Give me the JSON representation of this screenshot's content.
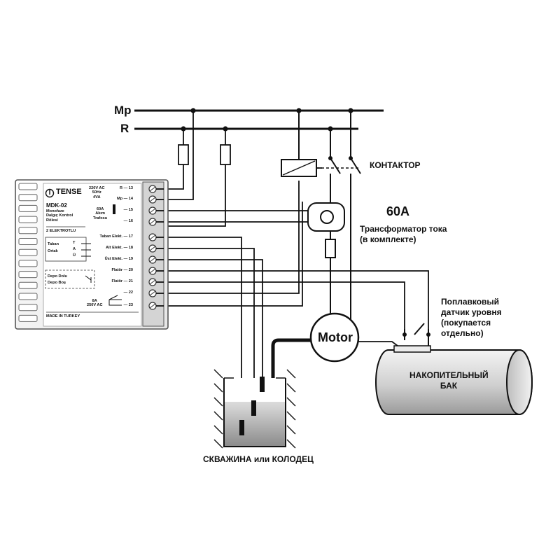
{
  "bus": {
    "mp": "Mp",
    "r": "R"
  },
  "contactor": "КОНТАКТОР",
  "ct": {
    "rating": "60A",
    "name": "Трансформатор тока\n(в комплекте)"
  },
  "float_switch": "Поплавковый\nдатчик уровня\n(покупается\nотдельно)",
  "motor": "Motor",
  "tank": "НАКОПИТЕЛЬНЫЙ\nБАК",
  "well": "СКВАЖИНА или КОЛОДЕЦ",
  "device": {
    "brand": "TENSE",
    "supply": "220V AC\n50Hz\n4VA",
    "model": "MDK-02",
    "description": "Monofaze\nDalgıç Kontrol\nRölesi",
    "current_label": "60A\nAkım\nTrafosu",
    "electrodes": "2 ELEKTROTLU",
    "level_states": "Taban\nOrtak",
    "level_marks": "T\nA\nÜ",
    "depot_states": "Depo Dolu\nDepo Boş",
    "contact_rating": "8A\n250V AC",
    "made_in": "MADE IN TURKEY",
    "terminals": [
      {
        "num": "13",
        "label": "R"
      },
      {
        "num": "14",
        "label": "Mp"
      },
      {
        "num": "15",
        "label": ""
      },
      {
        "num": "16",
        "label": ""
      },
      {
        "num": "17",
        "label": "Taban Elekt."
      },
      {
        "num": "18",
        "label": "Alt Elekt."
      },
      {
        "num": "19",
        "label": "Üst Elekt."
      },
      {
        "num": "20",
        "label": "Flatör"
      },
      {
        "num": "21",
        "label": "Flatör"
      },
      {
        "num": "22",
        "label": ""
      },
      {
        "num": "23",
        "label": ""
      }
    ]
  }
}
